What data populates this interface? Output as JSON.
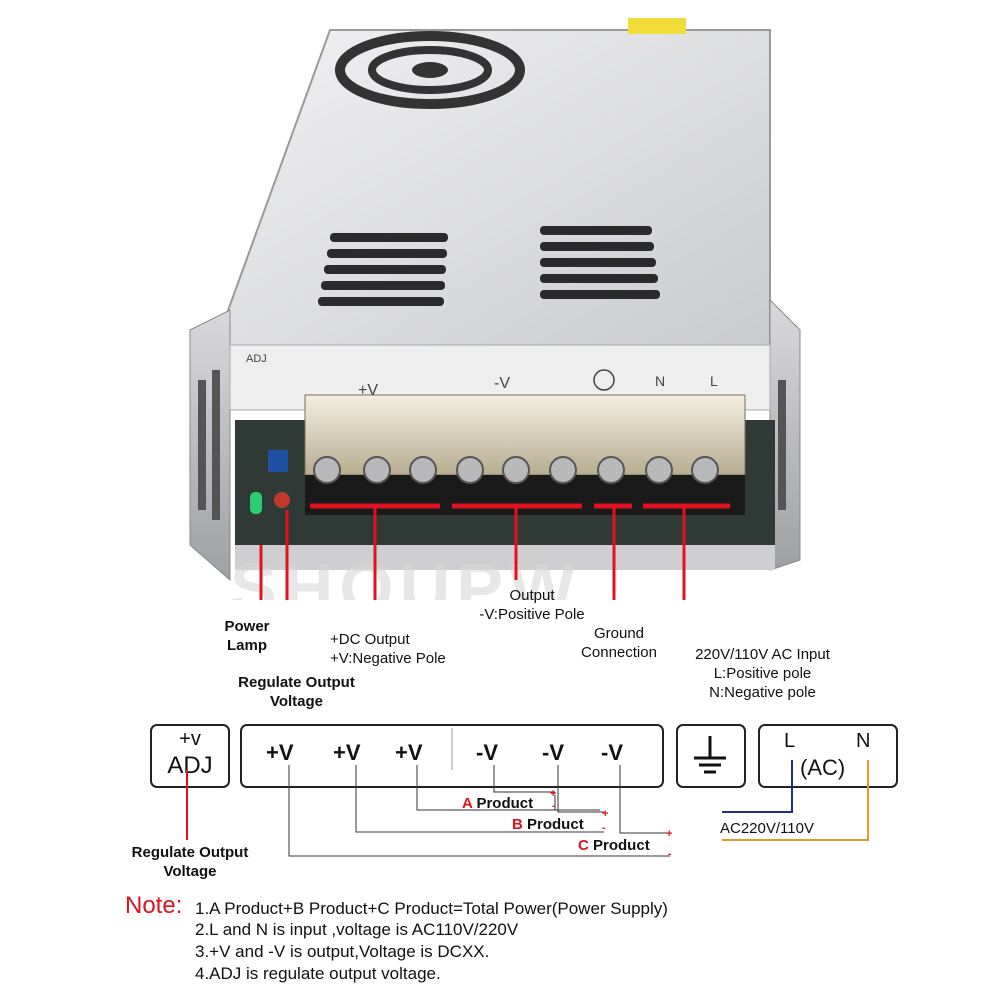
{
  "callouts": {
    "power_lamp": [
      "Power",
      "Lamp"
    ],
    "regulate_top": [
      "Regulate Output",
      "Voltage"
    ],
    "dc_output": [
      "+DC Output",
      "+V:Negative Pole"
    ],
    "output": [
      "Output",
      "-V:Positive Pole"
    ],
    "ground": [
      "Ground",
      "Connection"
    ],
    "ac_input": [
      "220V/110V AC Input",
      "L:Positive pole",
      "N:Negative pole"
    ]
  },
  "photo": {
    "label_adj": "ADJ",
    "label_pos_v": "+V",
    "label_neg_v": "-V",
    "label_n": "N",
    "label_l": "L",
    "watermark": "SHOUPW"
  },
  "diagram": {
    "adj_box": {
      "top": "+v",
      "bottom": "ADJ"
    },
    "terminals": [
      "+V",
      "+V",
      "+V",
      "-V",
      "-V",
      "-V"
    ],
    "ac_box": {
      "l": "L",
      "n": "N",
      "center": "(AC)"
    },
    "ac_label": "AC220V/110V",
    "regulate_bottom": [
      "Regulate Output",
      "Voltage"
    ],
    "products": [
      {
        "letter": "A",
        "text": "Product"
      },
      {
        "letter": "B",
        "text": "Product"
      },
      {
        "letter": "C",
        "text": "Product"
      }
    ],
    "plus": "+",
    "minus": "-"
  },
  "notes": {
    "label": "Note:",
    "lines": [
      "1.A Product+B Product+C Product=Total Power(Power Supply)",
      "2.L and N is input ,voltage is AC110V/220V",
      "3.+V and  -V is output,Voltage is DCXX.",
      "4.ADJ is regulate output voltage."
    ]
  },
  "colors": {
    "red": "#e0121f",
    "blue": "#1c2f8c",
    "orange": "#e39a2b"
  }
}
